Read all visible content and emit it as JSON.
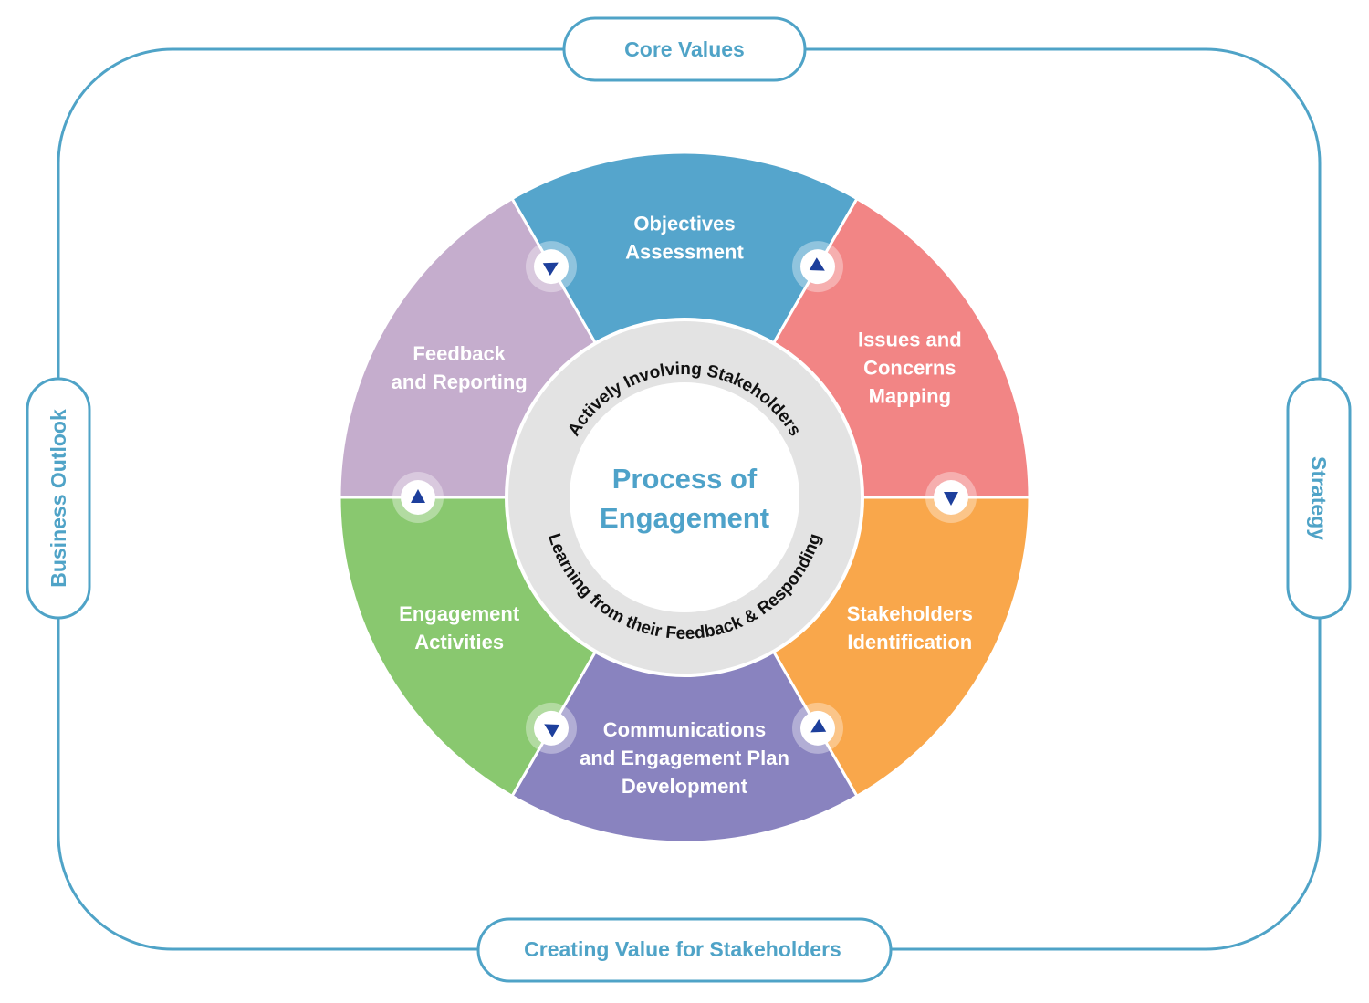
{
  "frame": {
    "top": "Core Values",
    "bottom": "Creating Value for Stakeholders",
    "left": "Business Outlook",
    "right": "Strategy",
    "color": "#4fa3c7"
  },
  "center": {
    "line1": "Process of",
    "line2": "Engagement",
    "color": "#4ea2c9"
  },
  "ring": {
    "top": "Actively Involving Stakeholders",
    "bottom": "Learning from their Feedback & Responding",
    "color": "#e3e3e3"
  },
  "segments": [
    {
      "lines": [
        "Objectives",
        "Assessment"
      ],
      "color": "#55a5cc"
    },
    {
      "lines": [
        "Issues and",
        "Concerns",
        "Mapping"
      ],
      "color": "#f28585"
    },
    {
      "lines": [
        "Stakeholders",
        "Identification"
      ],
      "color": "#f9a74b"
    },
    {
      "lines": [
        "Communications",
        "and Engagement Plan",
        "Development"
      ],
      "color": "#8983bf"
    },
    {
      "lines": [
        "Engagement",
        "Activities"
      ],
      "color": "#89c86f"
    },
    {
      "lines": [
        "Feedback",
        "and Reporting"
      ],
      "color": "#c5adcd"
    }
  ],
  "arrow_color": "#1d3f9c",
  "arrow_icon": "triangle-arrow-icon"
}
